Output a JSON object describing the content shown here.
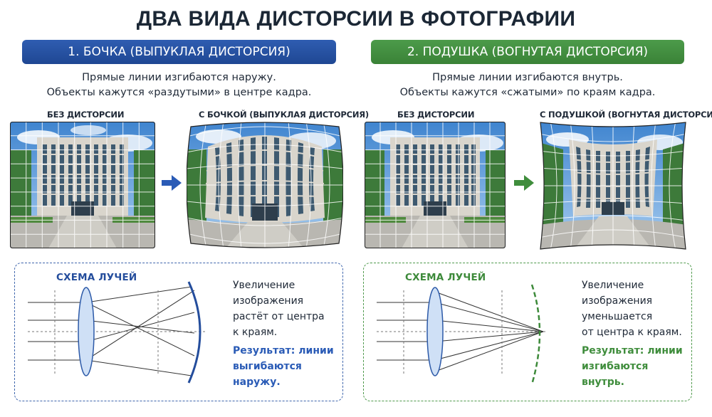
{
  "title": "ДВА ВИДА ДИСТОРСИИ В ФОТОГРАФИИ",
  "barrel": {
    "banner": "1. БОЧКА (ВЫПУКЛАЯ ДИСТОРСИЯ)",
    "desc_line1": "Прямые линии изгибаются наружу.",
    "desc_line2": "Объекты кажутся «раздутыми» в центре кадра.",
    "caption_before": "БЕЗ ДИСТОРСИИ",
    "caption_after": "С БОЧКОЙ (ВЫПУКЛАЯ ДИСТОРСИЯ)",
    "scheme_title": "СХЕМА ЛУЧЕЙ",
    "scheme_text": [
      "Увеличение",
      "изображения",
      "растёт от центра",
      "к краям."
    ],
    "result": [
      "Результат: линии",
      "выгибаются",
      "наружу."
    ]
  },
  "pincushion": {
    "banner": "2. ПОДУШКА (ВОГНУТАЯ ДИСТОРСИЯ)",
    "desc_line1": "Прямые линии изгибаются внутрь.",
    "desc_line2": "Объекты кажутся «сжатыми» по краям кадра.",
    "caption_before": "БЕЗ ДИСТОРСИИ",
    "caption_after": "С ПОДУШКОЙ (ВОГНУТАЯ ДИСТОРСИЯ)",
    "scheme_title": "СХЕМА ЛУЧЕЙ",
    "scheme_text": [
      "Увеличение",
      "изображения",
      "уменьшается",
      "от центра к краям."
    ],
    "result": [
      "Результат: линии",
      "изгибаются",
      "внутрь."
    ]
  },
  "colors": {
    "blue_accent": "#244d9c",
    "green_accent": "#3d8a3a",
    "sky": "#4a8fd4",
    "building": "#d9d5cc",
    "glass": "#3e5a70"
  },
  "icons": [
    "arrow-right-icon",
    "lens-icon"
  ]
}
